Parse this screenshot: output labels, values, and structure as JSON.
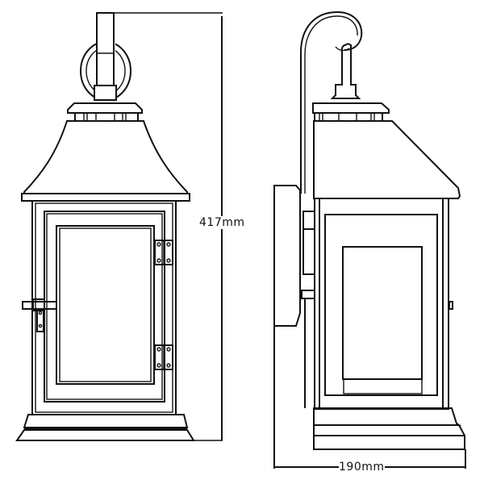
{
  "drawing": {
    "subject": "Wall lantern dimensional drawing",
    "views": [
      {
        "name": "front-view",
        "label": ""
      },
      {
        "name": "side-view",
        "label": ""
      }
    ],
    "dimensions": {
      "height": {
        "value": 417,
        "unit": "mm",
        "text": "417mm"
      },
      "depth": {
        "value": 190,
        "unit": "mm",
        "text": "190mm"
      }
    },
    "colors": {
      "line": "#111111",
      "background": "#ffffff"
    }
  }
}
